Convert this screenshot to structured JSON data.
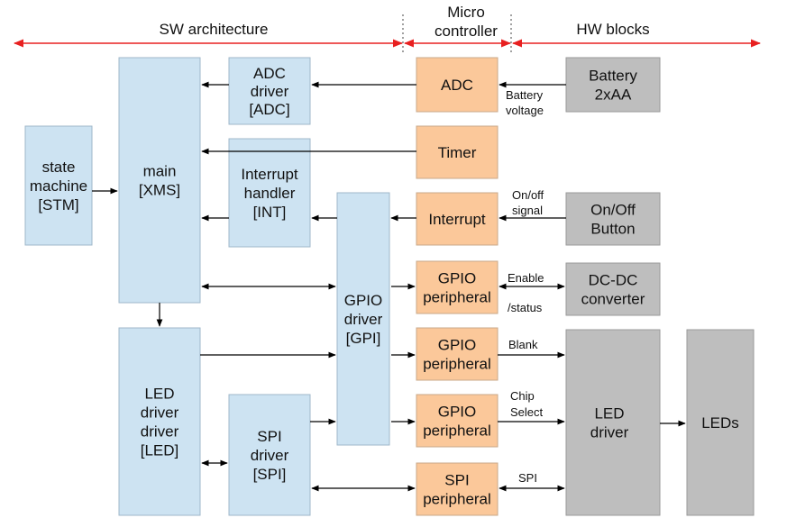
{
  "sections": {
    "sw": "SW architecture",
    "mc_line1": "Micro",
    "mc_line2": "controller",
    "hw": "HW blocks"
  },
  "blocks": {
    "stm": [
      "state",
      "machine",
      "[STM]"
    ],
    "xms": [
      "main",
      "[XMS]"
    ],
    "adc_driver": [
      "ADC",
      "driver",
      "[ADC]"
    ],
    "int_handler": [
      "Interrupt",
      "handler",
      "[INT]"
    ],
    "gpio_driver": [
      "GPIO",
      "driver",
      "[GPI]"
    ],
    "led_driver_sw": [
      "LED",
      "driver",
      "driver",
      "[LED]"
    ],
    "spi_driver": [
      "SPI",
      "driver",
      "[SPI]"
    ],
    "adc": [
      "ADC"
    ],
    "timer": [
      "Timer"
    ],
    "interrupt": [
      "Interrupt"
    ],
    "gpio1": [
      "GPIO",
      "peripheral"
    ],
    "gpio2": [
      "GPIO",
      "peripheral"
    ],
    "gpio3": [
      "GPIO",
      "peripheral"
    ],
    "spi_periph": [
      "SPI",
      "peripheral"
    ],
    "battery": [
      "Battery",
      "2xAA"
    ],
    "onoff": [
      "On/Off",
      "Button"
    ],
    "dcdc": [
      "DC-DC",
      "converter"
    ],
    "led_driver_hw": [
      "LED",
      "driver"
    ],
    "leds": [
      "LEDs"
    ]
  },
  "signals": {
    "battery_voltage": [
      "Battery",
      "voltage"
    ],
    "onoff_signal": [
      "On/off",
      "signal"
    ],
    "enable": "Enable",
    "status": "/status",
    "blank": "Blank",
    "chip_select": [
      "Chip",
      "Select"
    ],
    "spi": "SPI"
  },
  "colors": {
    "software": "#cde3f2",
    "microcontroller": "#fbc89a",
    "hardware": "#bebebe",
    "section_arrows": "#e82020"
  }
}
